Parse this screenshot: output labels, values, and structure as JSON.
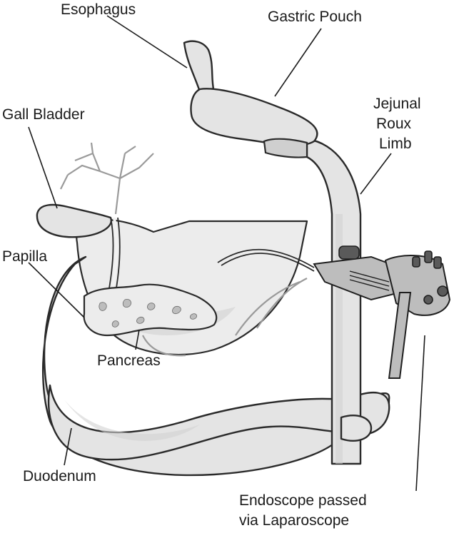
{
  "labels": {
    "esophagus": "Esophagus",
    "gastric_pouch": "Gastric Pouch",
    "jejunal_line1": "Jejunal",
    "jejunal_line2": "Roux",
    "jejunal_line3": "Limb",
    "gall_bladder": "Gall Bladder",
    "papilla": "Papilla",
    "pancreas": "Pancreas",
    "duodenum": "Duodenum",
    "endoscope_line1": "Endoscope passed",
    "endoscope_line2": "via Laparoscope"
  }
}
